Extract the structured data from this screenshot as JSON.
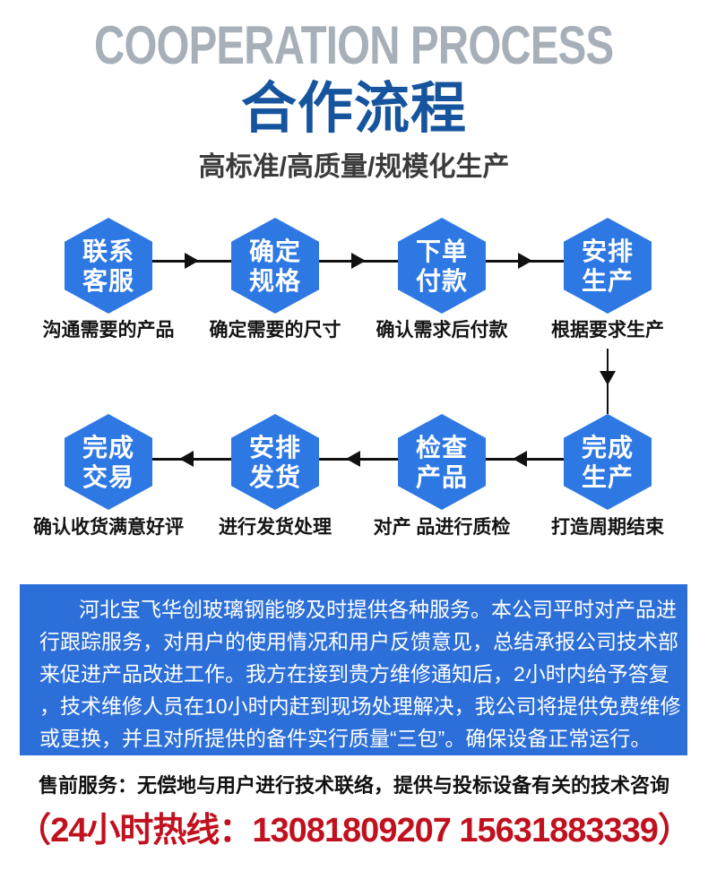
{
  "header": {
    "title_en": "COOPERATION PROCESS",
    "title_cn": "合作流程",
    "subtitle": "高标准/高质量/规模化生产"
  },
  "flow": {
    "row1": [
      {
        "label": "联系\n客服",
        "caption": "沟通需要的产品"
      },
      {
        "label": "确定\n规格",
        "caption": "确定需要的尺寸"
      },
      {
        "label": "下单\n付款",
        "caption": "确认需求后付款"
      },
      {
        "label": "安排\n生产",
        "caption": "根据要求生产"
      }
    ],
    "row2": [
      {
        "label": "完成\n交易",
        "caption": "确认收货满意好评"
      },
      {
        "label": "安排\n发货",
        "caption": "进行发货处理"
      },
      {
        "label": "检查\n产品",
        "caption": "对产 品进行质检"
      },
      {
        "label": "完成\n生产",
        "caption": "打造周期结束"
      }
    ]
  },
  "service_box": {
    "lines": [
      "河北宝飞华创玻璃钢能够及时提供各种服务。本公司平时对产品进",
      "行跟踪服务，对用户的使用情况和用户反馈意见，总结承报公司技术部",
      "来促进产品改进工作。我方在接到贵方维修通知后，2小时内给予答复",
      "，技术维修人员在10小时内赶到现场处理解决，我公司将提供免费维修",
      "或更换，并且对所提供的备件实行质量“三包”。确保设备正常运行。"
    ]
  },
  "footer": {
    "presale": "售前服务：无偿地与用户进行技术联络，提供与投标设备有关的技术咨询",
    "hotline": "（24小时热线：13081809207 15631883339）"
  },
  "colors": {
    "title_gray": "#a7b0b9",
    "title_blue": "#17549e",
    "hexagon_blue": "#2e78e4",
    "box_blue": "#2d6fd8",
    "hotline_red": "#c1111f",
    "arrow_black": "#111111"
  }
}
